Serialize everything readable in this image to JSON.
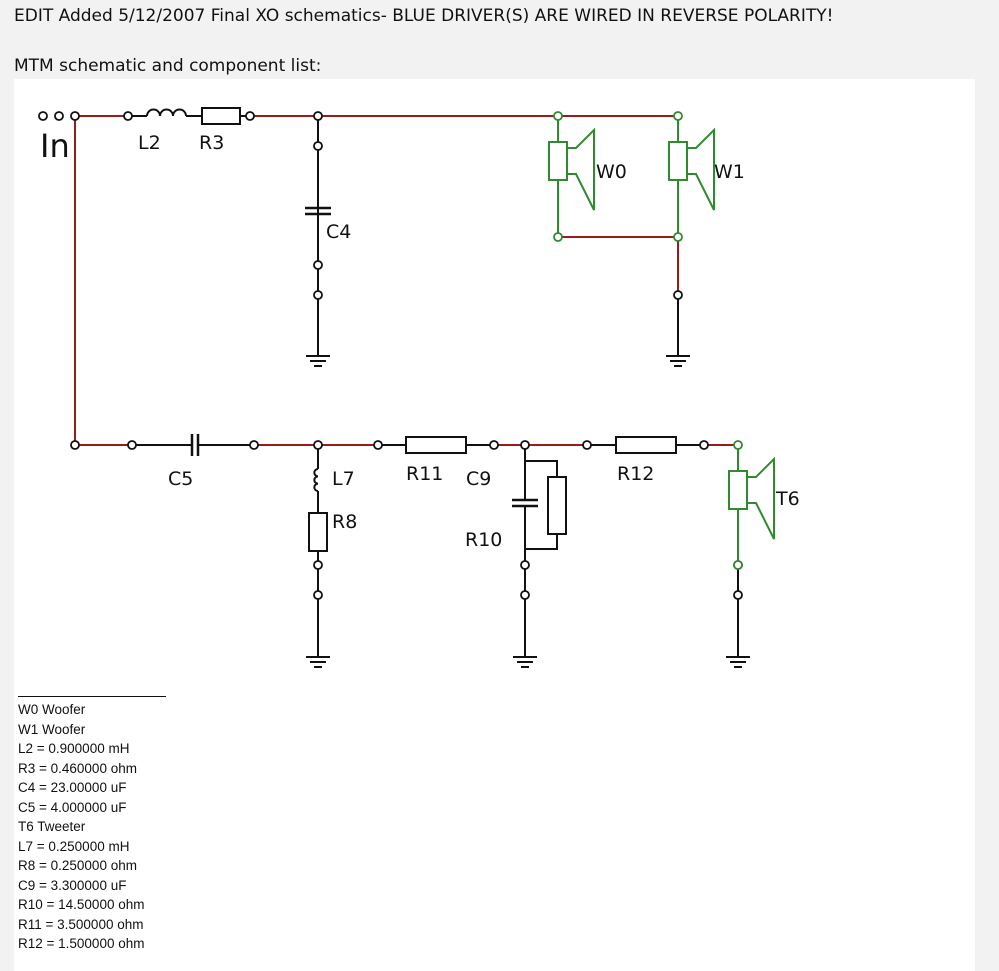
{
  "header": {
    "edit_note": "EDIT Added 5/12/2007 Final XO schematics- BLUE DRIVER(S) ARE WIRED IN REVERSE POLARITY!",
    "caption": "MTM schematic and component list:"
  },
  "schematic": {
    "labels": {
      "input": "In",
      "L2": "L2",
      "R3": "R3",
      "C4": "C4",
      "W0": "W0",
      "W1": "W1",
      "C5": "C5",
      "L7": "L7",
      "R8": "R8",
      "R11": "R11",
      "C9": "C9",
      "R10": "R10",
      "R12": "R12",
      "T6": "T6"
    },
    "colors": {
      "wire": "#9b1b1b",
      "component": "#111111",
      "driver": "#2e8b2e",
      "node": "#ffffff"
    }
  },
  "component_list": [
    "W0 Woofer",
    "W1 Woofer",
    "L2 = 0.900000 mH",
    "R3 = 0.460000 ohm",
    "C4 = 23.00000 uF",
    "C5 = 4.000000 uF",
    "T6 Tweeter",
    "L7 = 0.250000 mH",
    "R8 = 0.250000 ohm",
    "C9 = 3.300000 uF",
    "R10 = 14.50000 ohm",
    "R11 = 3.500000 ohm",
    "R12 = 1.500000 ohm"
  ]
}
